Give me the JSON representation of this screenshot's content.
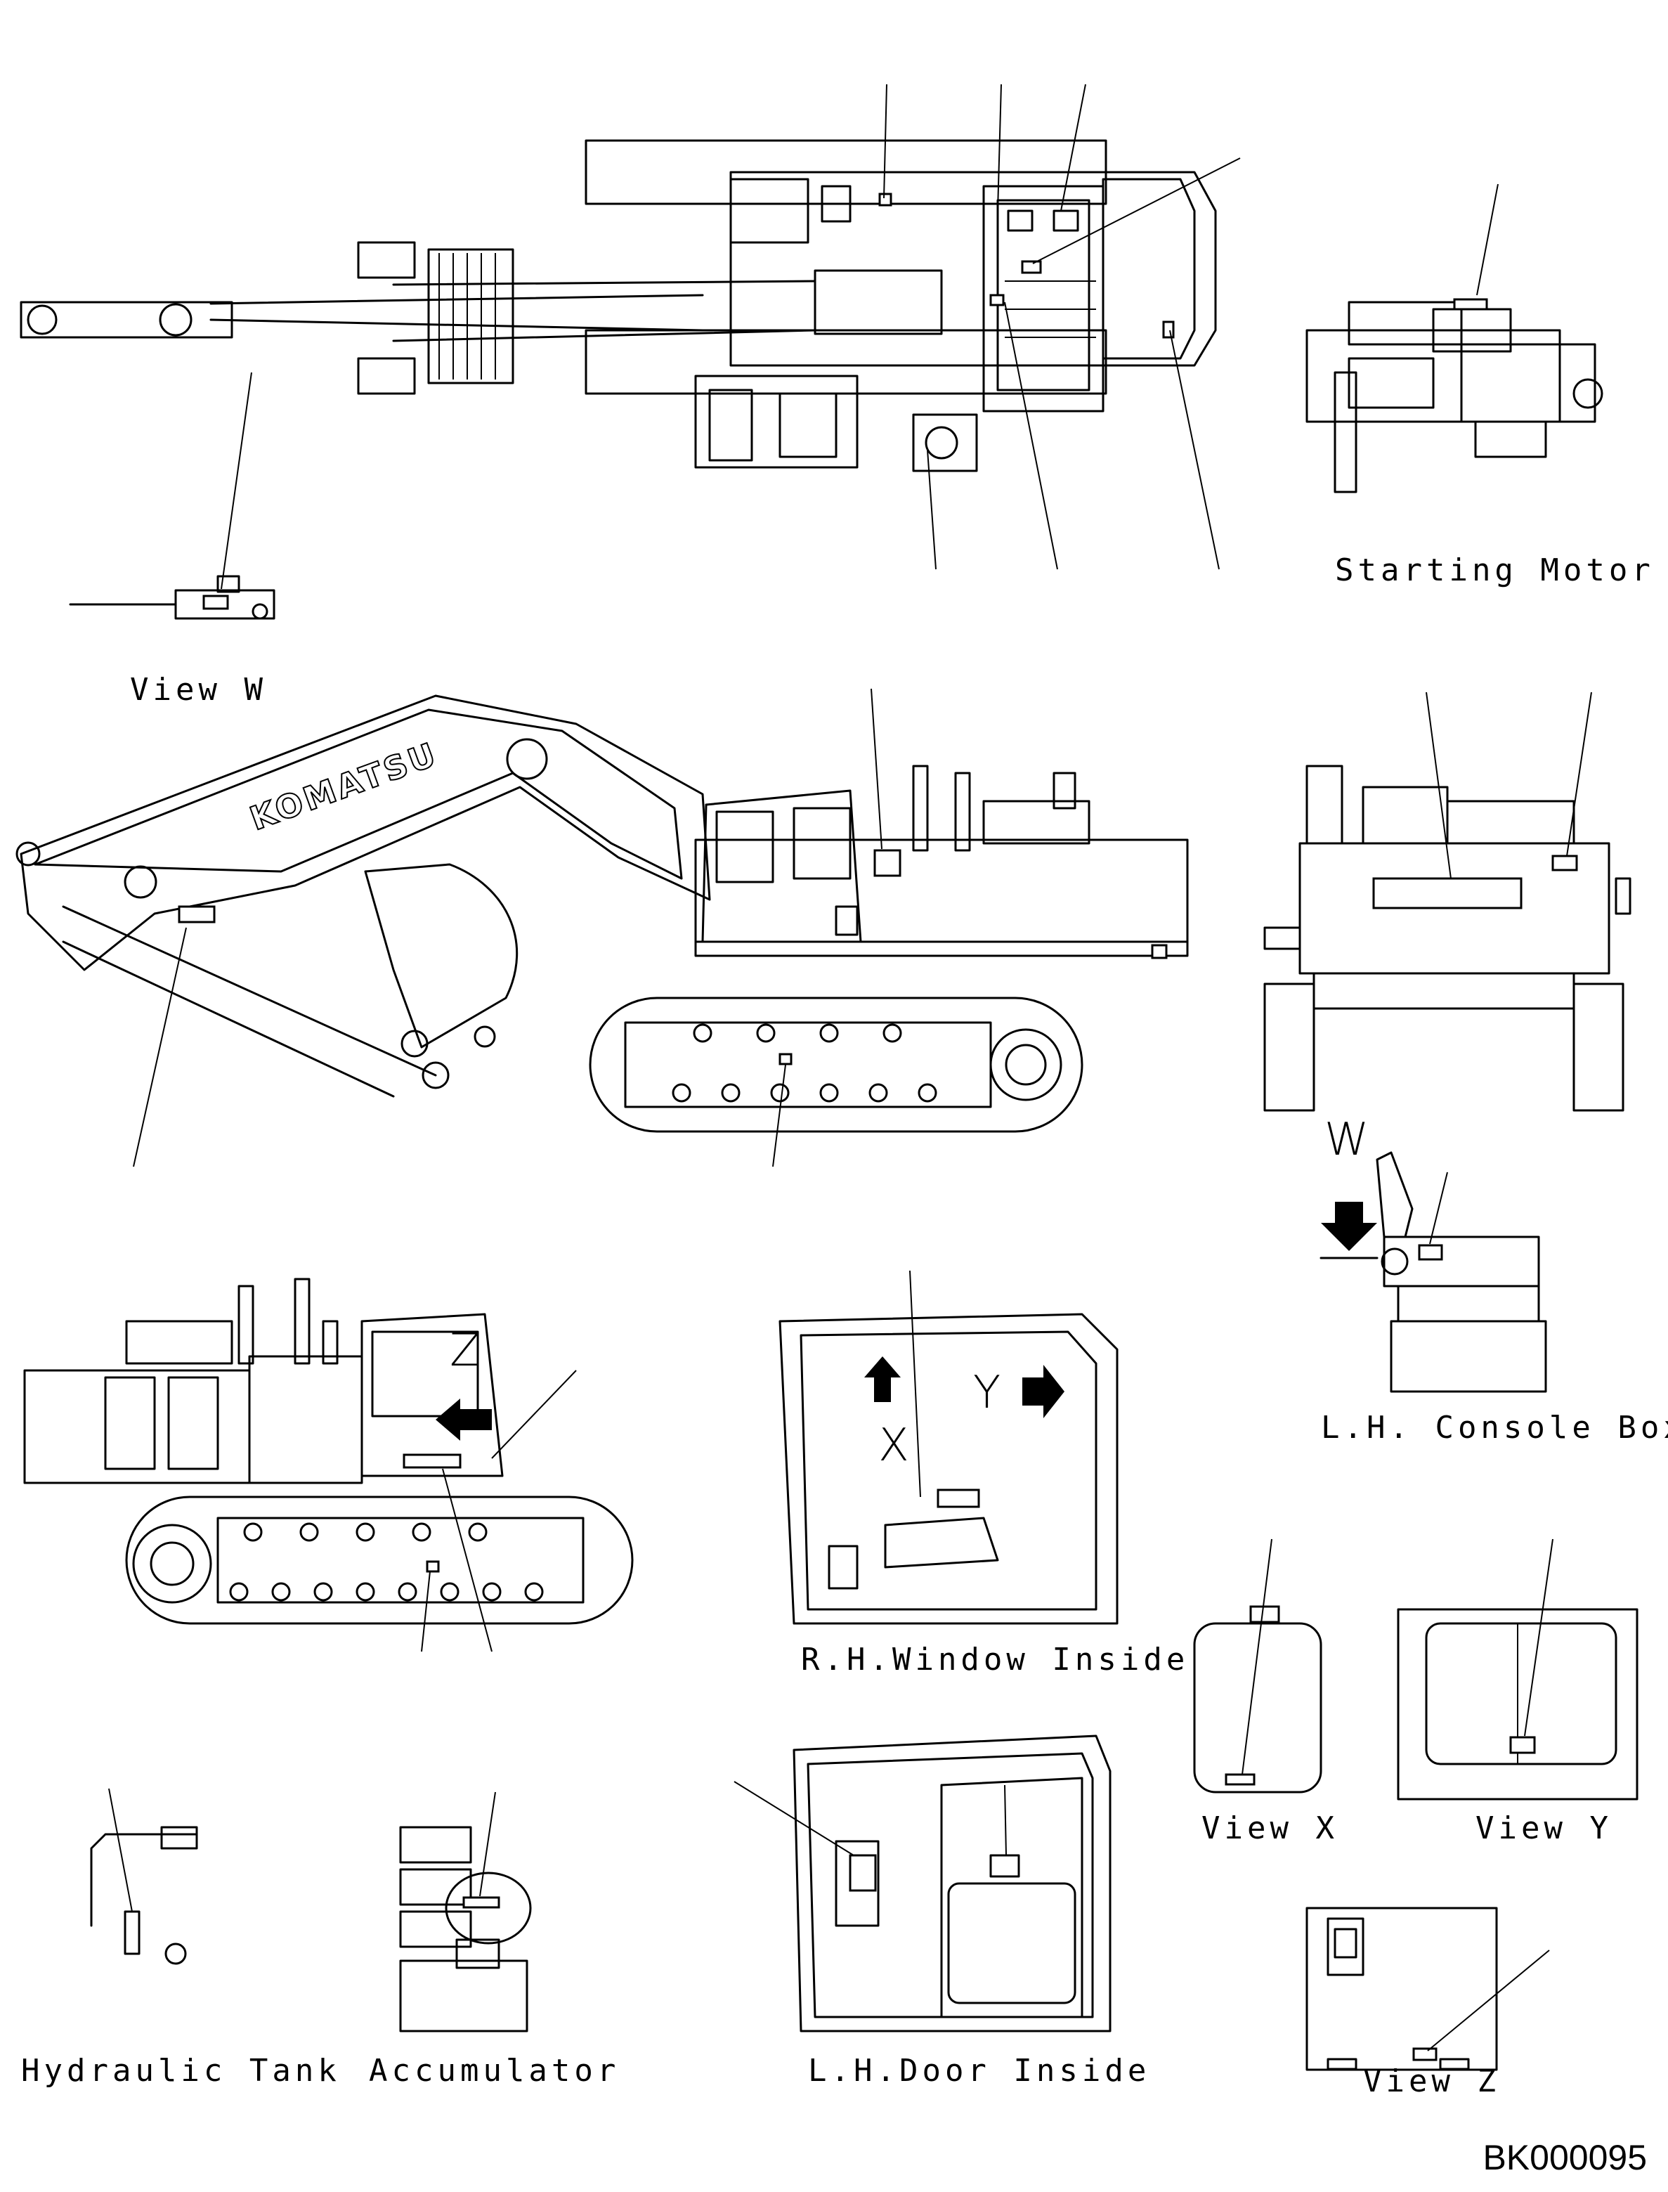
{
  "captions": {
    "starting_motor": "Starting Motor",
    "view_w": "View W",
    "lh_console_box": "L.H. Console Box",
    "rh_window_inside": "R.H.Window Inside",
    "view_x": "View X",
    "view_y": "View Y",
    "hydraulic_tank": "Hydraulic Tank",
    "accumulator": "Accumulator",
    "lh_door_inside": "L.H.Door Inside",
    "view_z": "View Z"
  },
  "view_letters": {
    "w": "W",
    "x": "X",
    "y": "Y",
    "z": "Z"
  },
  "brand_text": "KOMATSU",
  "drawing_code": "BK000095"
}
